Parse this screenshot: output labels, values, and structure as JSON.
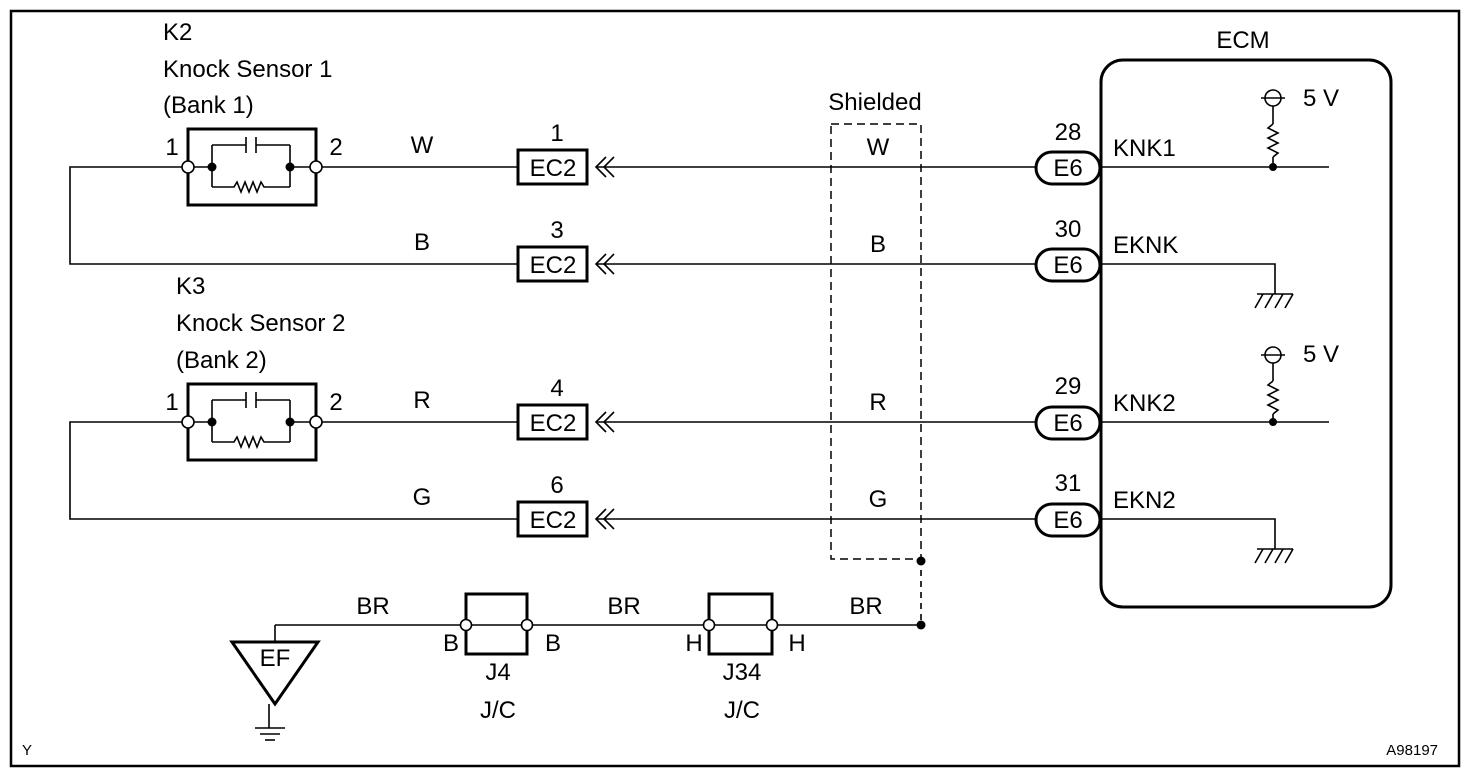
{
  "figure_code": "A98197",
  "corner_mark": "Y",
  "ecm": {
    "title": "ECM",
    "supply_1": "5 V",
    "supply_2": "5 V"
  },
  "shield_label": "Shielded",
  "sensor1": {
    "code": "K2",
    "name": "Knock Sensor 1",
    "bank": "(Bank 1)",
    "pin_left": "1",
    "pin_right": "2"
  },
  "sensor2": {
    "code": "K3",
    "name": "Knock Sensor 2",
    "bank": "(Bank 2)",
    "pin_left": "1",
    "pin_right": "2"
  },
  "circuits": [
    {
      "wire_left": "W",
      "ec_pin": "1",
      "ec_label": "EC2",
      "wire_right": "W",
      "ecm_pin": "28",
      "ecm_conn": "E6",
      "signal": "KNK1"
    },
    {
      "wire_left": "B",
      "ec_pin": "3",
      "ec_label": "EC2",
      "wire_right": "B",
      "ecm_pin": "30",
      "ecm_conn": "E6",
      "signal": "EKNK"
    },
    {
      "wire_left": "R",
      "ec_pin": "4",
      "ec_label": "EC2",
      "wire_right": "R",
      "ecm_pin": "29",
      "ecm_conn": "E6",
      "signal": "KNK2"
    },
    {
      "wire_left": "G",
      "ec_pin": "6",
      "ec_label": "EC2",
      "wire_right": "G",
      "ecm_pin": "31",
      "ecm_conn": "E6",
      "signal": "EKN2"
    }
  ],
  "ground": {
    "point": "EF",
    "wire_1": "BR",
    "wire_2": "BR",
    "wire_3": "BR",
    "j4": {
      "name": "J4",
      "type": "J/C",
      "pin_left": "B",
      "pin_right": "B"
    },
    "j34": {
      "name": "J34",
      "type": "J/C",
      "pin_left": "H",
      "pin_right": "H"
    }
  }
}
